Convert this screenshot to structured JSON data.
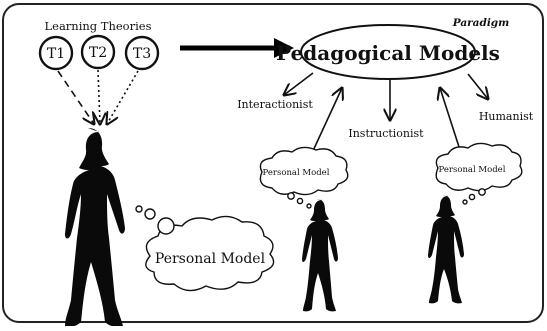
{
  "header": {
    "learning_theories": "Learning Theories",
    "paradigm": "Paradigm"
  },
  "theories": [
    {
      "label": "T1"
    },
    {
      "label": "T2"
    },
    {
      "label": "T3"
    }
  ],
  "center": {
    "title": "Pedagogical Models"
  },
  "models": [
    {
      "label": "Interactionist"
    },
    {
      "label": "Instructionist"
    },
    {
      "label": "Humanist"
    }
  ],
  "thoughts": {
    "large": "Personal Model",
    "small_left": "Personal Model",
    "small_right": "Personal Model"
  }
}
